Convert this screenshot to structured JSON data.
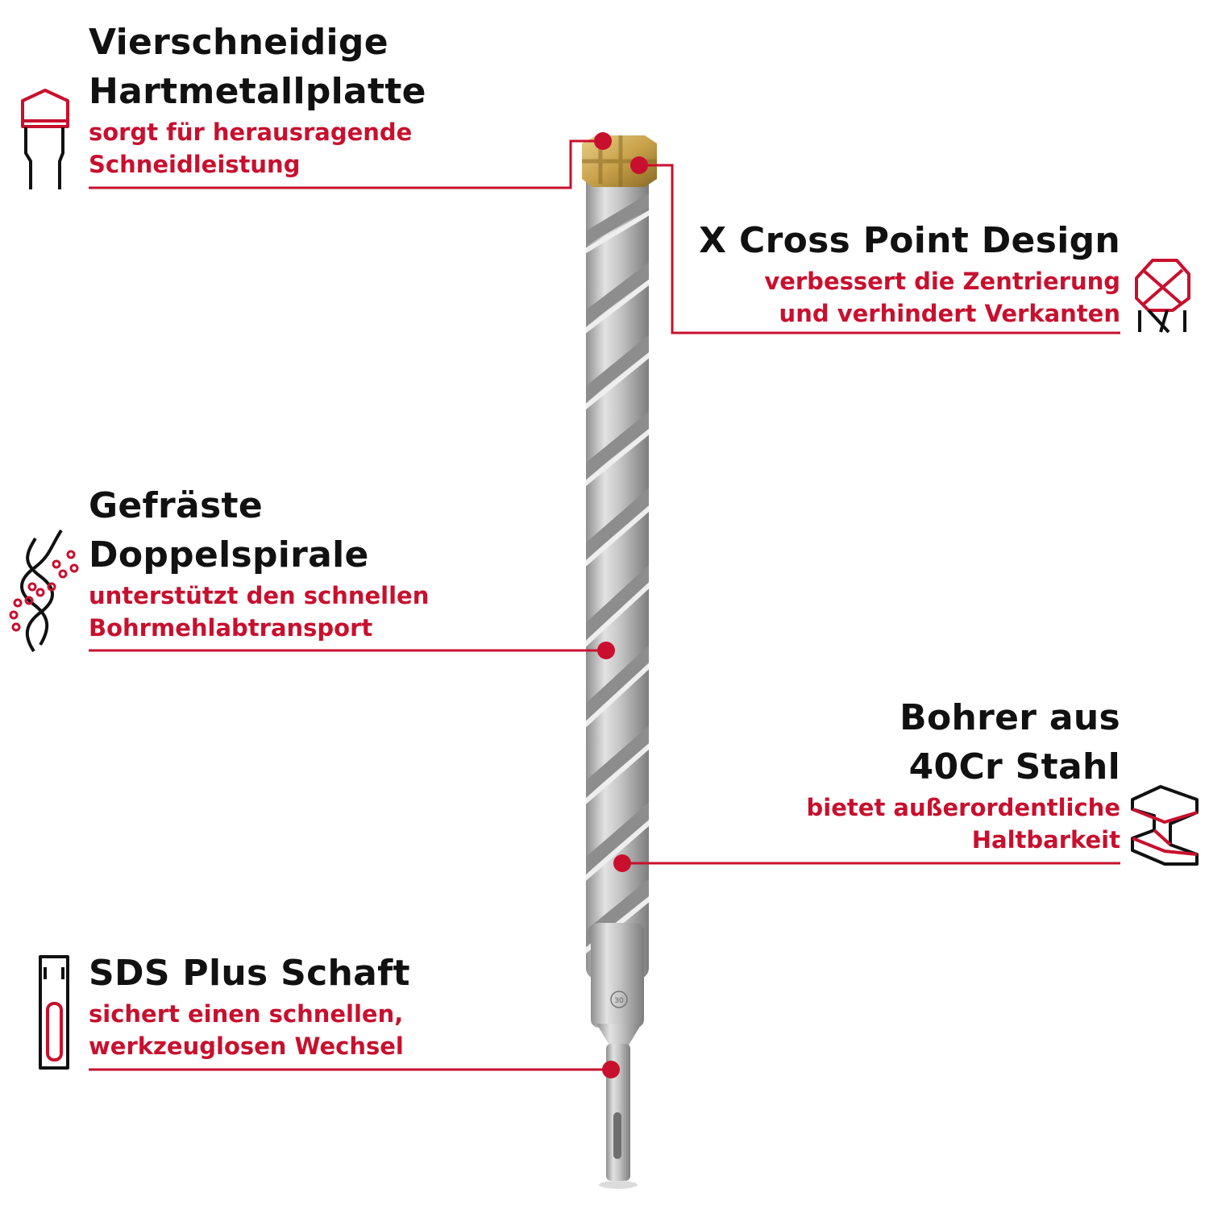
{
  "features": [
    {
      "title_lines": [
        "Vierschneidige",
        "Hartmetallplatte"
      ],
      "sub_lines": [
        "sorgt für herausragende",
        "Schneidleistung"
      ],
      "icon": "carbide-tip-icon"
    },
    {
      "title_lines": [
        "X Cross Point Design"
      ],
      "sub_lines": [
        "verbessert die Zentrierung",
        "und verhindert Verkanten"
      ],
      "icon": "cross-point-icon"
    },
    {
      "title_lines": [
        "Gefräste",
        "Doppelspirale"
      ],
      "sub_lines": [
        "unterstützt den schnellen",
        "Bohrmehlabtransport"
      ],
      "icon": "double-spiral-icon"
    },
    {
      "title_lines": [
        "Bohrer aus",
        "40Cr Stahl"
      ],
      "sub_lines": [
        "bietet außerordentliche",
        "Haltbarkeit"
      ],
      "icon": "steel-beam-icon"
    },
    {
      "title_lines": [
        "SDS Plus Schaft"
      ],
      "sub_lines": [
        "sichert einen schnellen,",
        "werkzeuglosen Wechsel"
      ],
      "icon": "sds-shank-icon"
    }
  ],
  "drill": {
    "size_marking": "30"
  },
  "colors": {
    "accent": "#c8102e",
    "text": "#111111",
    "steel": "#b8b8b8",
    "carbide": "#c9a24a"
  }
}
